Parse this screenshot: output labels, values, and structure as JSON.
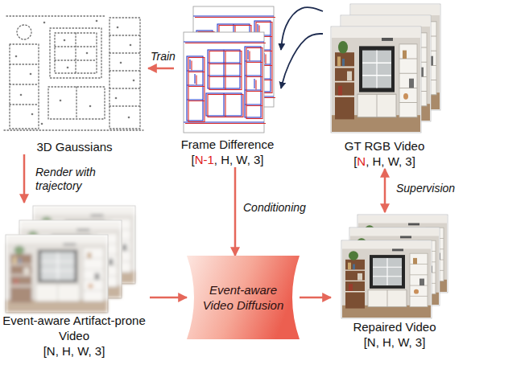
{
  "diagram": {
    "nodes": [
      {
        "text": [
          "3D Gaussians"
        ]
      },
      {
        "text": [
          "Frame Difference",
          "[N-1, H, W, 3]"
        ]
      },
      {
        "text": [
          "GT RGB Video",
          "[N, H, W, 3]"
        ]
      },
      {
        "text": [
          "Event-aware Artifact-prone Video",
          "[N, H, W, 3]"
        ]
      },
      {
        "text": [
          "Event-aware Video Diffusion"
        ]
      },
      {
        "text": [
          "Repaired Video",
          "[N, H, W, 3]"
        ]
      }
    ],
    "edges": [
      {
        "from": 1,
        "to": 0,
        "arrow": "to",
        "label": "Train"
      },
      {
        "from": 0,
        "to": 3,
        "arrow": "to",
        "label": "Render with trajectory"
      },
      {
        "from": 1,
        "to": 4,
        "arrow": "to",
        "label": "Conditioning"
      },
      {
        "from": 3,
        "to": 4,
        "arrow": "to"
      },
      {
        "from": 4,
        "to": 5,
        "arrow": "to"
      },
      {
        "from": 2,
        "to": 5,
        "arrow": "both",
        "label": "Supervision"
      },
      {
        "from": 2,
        "to": 1,
        "arrow": "to"
      },
      {
        "from": 2,
        "to": 1,
        "arrow": "to"
      }
    ]
  }
}
